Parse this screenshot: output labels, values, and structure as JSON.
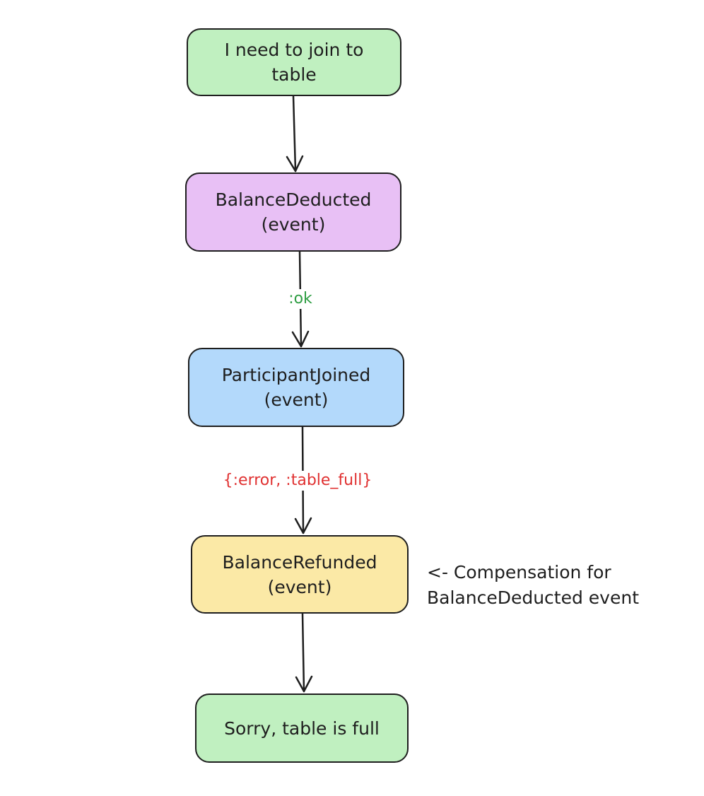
{
  "nodes": {
    "request": {
      "label": "I need to join to\ntable",
      "color": "#c0f0c0"
    },
    "balance_deducted": {
      "label": "BalanceDeducted\n(event)",
      "color": "#e8c0f5"
    },
    "participant_joined": {
      "label": "ParticipantJoined\n(event)",
      "color": "#b3d9fb"
    },
    "balance_refunded": {
      "label": "BalanceRefunded\n(event)",
      "color": "#fbe9a6"
    },
    "table_full": {
      "label": "Sorry, table is full",
      "color": "#c0f0c0"
    }
  },
  "edges": {
    "ok": {
      "label": ":ok",
      "color": "#2f9e44"
    },
    "error": {
      "label": "{:error, :table_full}",
      "color": "#e03131"
    }
  },
  "annotation": {
    "text": "<- Compensation for\n BalanceDeducted event"
  }
}
